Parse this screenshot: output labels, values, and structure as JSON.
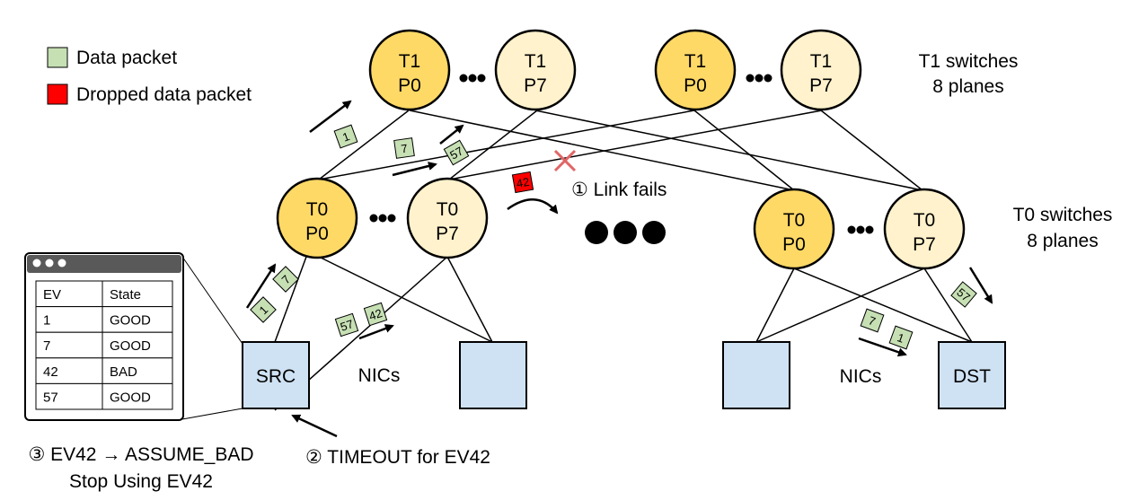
{
  "colors": {
    "switch_primary": "#FFD966",
    "switch_secondary": "#FFF2CC",
    "switch_stroke": "#000000",
    "nic_fill": "#CFE2F3",
    "data_packet": "#C6E0B4",
    "dropped_packet": "#FF0000",
    "bad_state": "#FF0000",
    "fail_mark": "#E06666"
  },
  "legend": {
    "data_packet": "Data packet",
    "dropped_packet": "Dropped data packet"
  },
  "t1_switches": [
    {
      "line1": "T1",
      "line2": "P0"
    },
    {
      "line1": "T1",
      "line2": "P7"
    },
    {
      "line1": "T1",
      "line2": "P0"
    },
    {
      "line1": "T1",
      "line2": "P7"
    }
  ],
  "t0_switches": [
    {
      "line1": "T0",
      "line2": "P0"
    },
    {
      "line1": "T0",
      "line2": "P7"
    },
    {
      "line1": "T0",
      "line2": "P0"
    },
    {
      "line1": "T0",
      "line2": "P7"
    }
  ],
  "nics": [
    {
      "label": "SRC"
    },
    {
      "label": ""
    },
    {
      "label": ""
    },
    {
      "label": "DST"
    }
  ],
  "labels": {
    "t1_group_line1": "T1 switches",
    "t1_group_line2": "8 planes",
    "t0_group_line1": "T0 switches",
    "t0_group_line2": "8 planes",
    "nics_left": "NICs",
    "nics_right": "NICs",
    "link_fails": "① Link fails",
    "timeout": "② TIMEOUT for EV42",
    "assume_bad_line1": "③ EV42 → ASSUME_BAD",
    "assume_bad_line2": "Stop Using EV42"
  },
  "packets": [
    {
      "id": "7",
      "kind": "data"
    },
    {
      "id": "1",
      "kind": "data"
    },
    {
      "id": "57",
      "kind": "data"
    },
    {
      "id": "42",
      "kind": "data"
    },
    {
      "id": "1",
      "kind": "data"
    },
    {
      "id": "7",
      "kind": "data"
    },
    {
      "id": "57",
      "kind": "data"
    },
    {
      "id": "42",
      "kind": "dropped"
    },
    {
      "id": "57",
      "kind": "data"
    },
    {
      "id": "7",
      "kind": "data"
    },
    {
      "id": "1",
      "kind": "data"
    }
  ],
  "ev_table": {
    "headers": [
      "EV",
      "State"
    ],
    "rows": [
      {
        "ev": "1",
        "state": "GOOD",
        "bad": false
      },
      {
        "ev": "7",
        "state": "GOOD",
        "bad": false
      },
      {
        "ev": "42",
        "state": "BAD",
        "bad": true
      },
      {
        "ev": "57",
        "state": "GOOD",
        "bad": false
      }
    ]
  }
}
